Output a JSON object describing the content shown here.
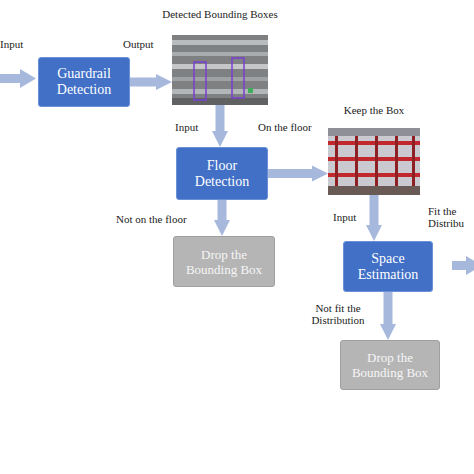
{
  "diagram": {
    "nodes": [
      {
        "text": [
          "Guardrail Detection"
        ]
      },
      {
        "text": [
          "Detected Bounding Boxes"
        ]
      },
      {
        "text": [
          "Floor Detection"
        ]
      },
      {
        "text": [
          "Keep the Box"
        ]
      },
      {
        "text": [
          "Drop the Bounding Box"
        ]
      },
      {
        "text": [
          "Space Estimation"
        ]
      },
      {
        "text": [
          "Drop the Bounding Box"
        ]
      }
    ],
    "edges": [
      {
        "from": 0,
        "to": 1,
        "arrow": "to",
        "label": "Output"
      },
      {
        "from": 1,
        "to": 2,
        "arrow": "to",
        "label": "Input"
      },
      {
        "from": 2,
        "to": 3,
        "arrow": "to",
        "label": "On the floor"
      },
      {
        "from": 2,
        "to": 4,
        "arrow": "to",
        "label": "Not on the floor"
      },
      {
        "from": 3,
        "to": 5,
        "arrow": "to",
        "label": "Input"
      },
      {
        "from": 5,
        "to": 6,
        "arrow": "to",
        "label": "Not fit the Distribution"
      }
    ],
    "labels": [
      "Input",
      "Fit the Distribu"
    ]
  }
}
